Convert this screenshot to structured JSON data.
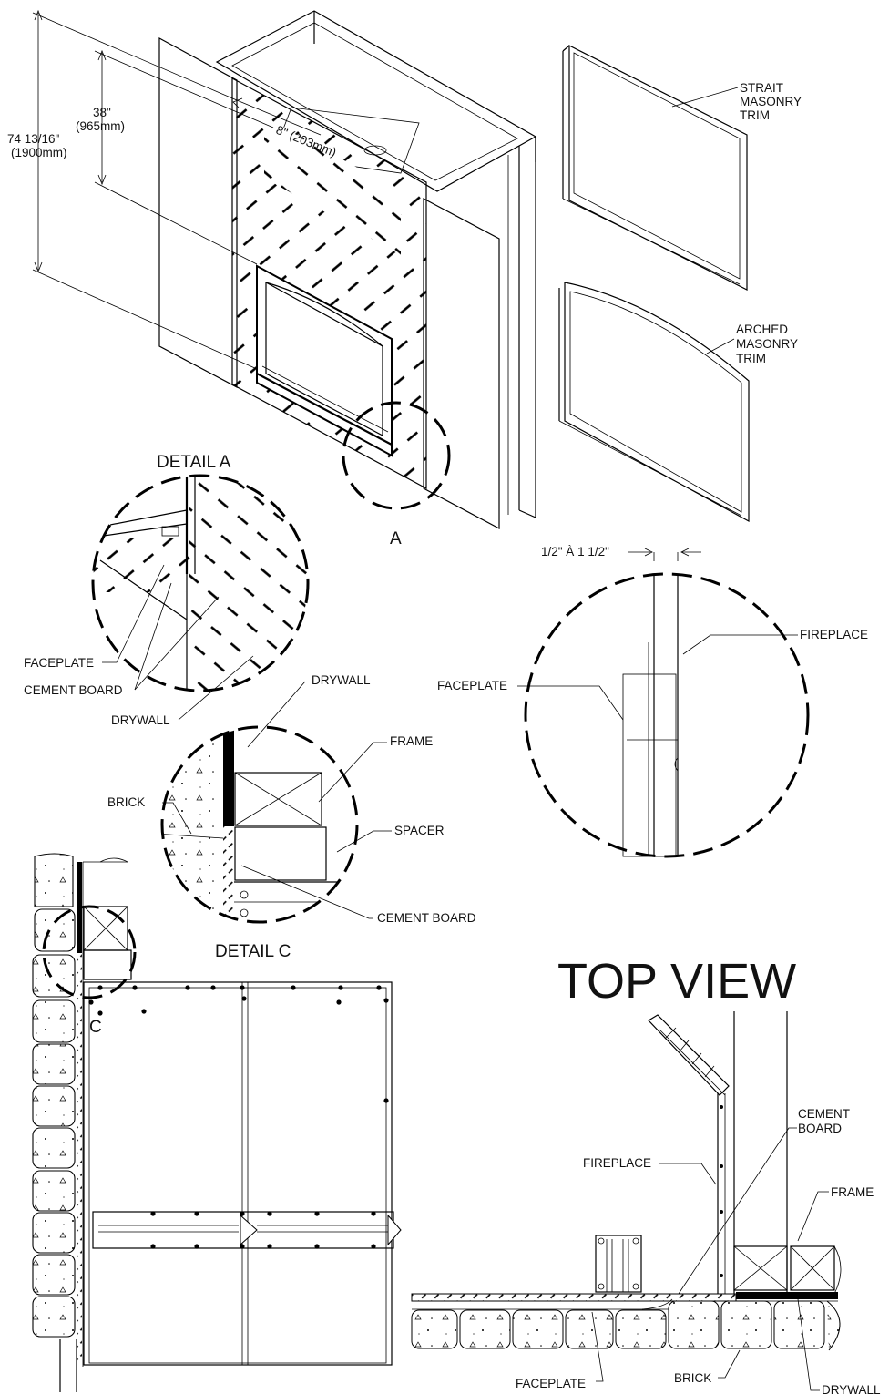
{
  "dimensions": {
    "overall_height": "74 13/16\"",
    "overall_height_mm": "(1900mm)",
    "upper_height": "38\"",
    "upper_height_mm": "(965mm)",
    "depth": "8\" (203mm)"
  },
  "trims": {
    "strait": [
      "STRAIT",
      "MASONRY",
      "TRIM"
    ],
    "arched": [
      "ARCHED",
      "MASONRY",
      "TRIM"
    ]
  },
  "callout_a": "A",
  "detail_a": {
    "title": "DETAIL A",
    "faceplate": "FACEPLATE",
    "cement_board": "CEMENT BOARD",
    "drywall": "DRYWALL"
  },
  "gap_detail": {
    "dimension": "1/2\"  À 1 1/2\"",
    "fireplace": "FIREPLACE",
    "faceplate": "FACEPLATE"
  },
  "detail_c": {
    "title": "DETAIL C",
    "drywall": "DRYWALL",
    "frame": "FRAME",
    "brick": "BRICK",
    "spacer": "SPACER",
    "cement_board": "CEMENT BOARD"
  },
  "callout_c": "C",
  "top_view": {
    "title": "TOP VIEW",
    "cement_board": [
      "CEMENT",
      "BOARD"
    ],
    "fireplace": "FIREPLACE",
    "frame": "FRAME",
    "faceplate": "FACEPLATE",
    "brick": "BRICK",
    "drywall": "DRYWALL"
  }
}
